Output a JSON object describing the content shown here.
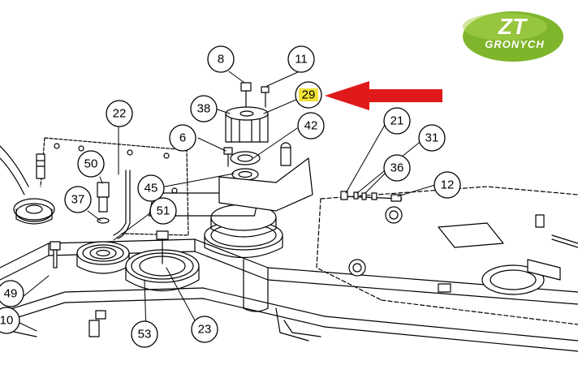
{
  "logo": {
    "line1": "ZT",
    "line2": "GRONYCH",
    "color": "#7fb52a"
  },
  "highlight_color": "#f2e23a",
  "arrow_color": "#e01a1a",
  "callouts": {
    "c8": "8",
    "c11": "11",
    "c29": "29",
    "c38": "38",
    "c6": "6",
    "c42": "42",
    "c22": "22",
    "c50": "50",
    "c45": "45",
    "c37": "37",
    "c51": "51",
    "c21": "21",
    "c31": "31",
    "c36": "36",
    "c12": "12",
    "c49": "49",
    "c10": "10",
    "c53": "53",
    "c23": "23"
  }
}
